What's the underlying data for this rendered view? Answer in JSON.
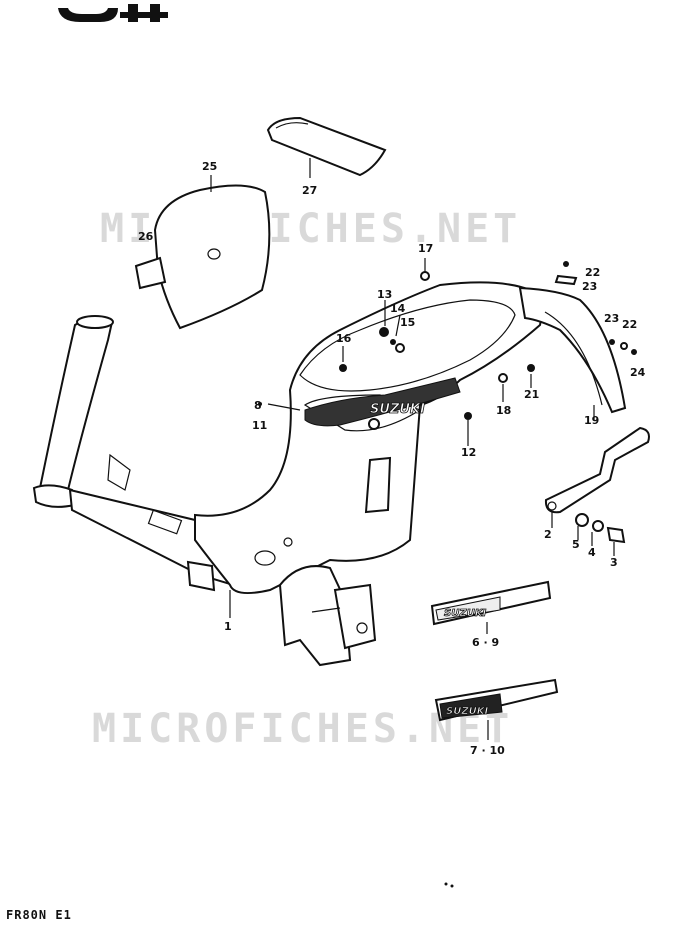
{
  "watermark": "MICROFICHES.NET",
  "footer_code": "FR80N E1",
  "emblem_text": "SUZUKI",
  "callouts": {
    "p1": "1",
    "p2": "2",
    "p3": "3",
    "p4": "4",
    "p5": "5",
    "p6_9": "6 · 9",
    "p7_10": "7 · 10",
    "p8": "8",
    "p11": "11",
    "p12": "12",
    "p13": "13",
    "p14": "14",
    "p15": "15",
    "p16": "16",
    "p17": "17",
    "p18": "18",
    "p19": "19",
    "p21": "21",
    "p22a": "22",
    "p23a": "23",
    "p22b": "22",
    "p23b": "23",
    "p24": "24",
    "p25": "25",
    "p26": "26",
    "p27": "27"
  }
}
